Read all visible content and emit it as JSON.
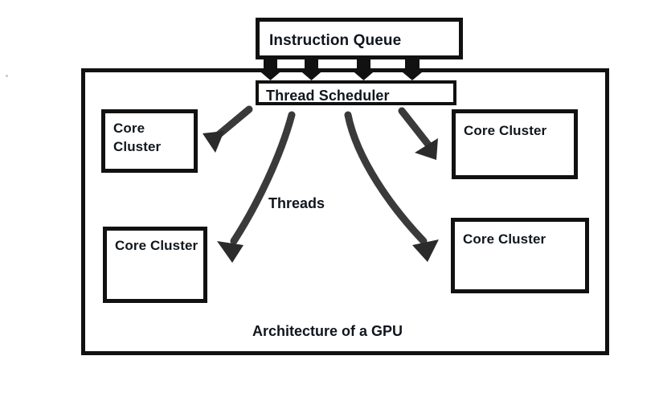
{
  "diagram": {
    "caption": "Architecture of a GPU",
    "nodes": {
      "instruction_queue": {
        "label": "Instruction Queue"
      },
      "thread_scheduler": {
        "label": "Thread Scheduler"
      },
      "core_cluster_top_left": {
        "label": "Core\nCluster"
      },
      "core_cluster_top_right": {
        "label": "Core Cluster"
      },
      "core_cluster_bottom_left": {
        "label": "Core Cluster"
      },
      "core_cluster_bottom_right": {
        "label": "Core Cluster"
      }
    },
    "edge_labels": {
      "threads": "Threads"
    },
    "colors": {
      "stroke": "#111111",
      "text": "#10161d",
      "background": "#ffffff",
      "arrow": "#3a3a3a"
    }
  }
}
